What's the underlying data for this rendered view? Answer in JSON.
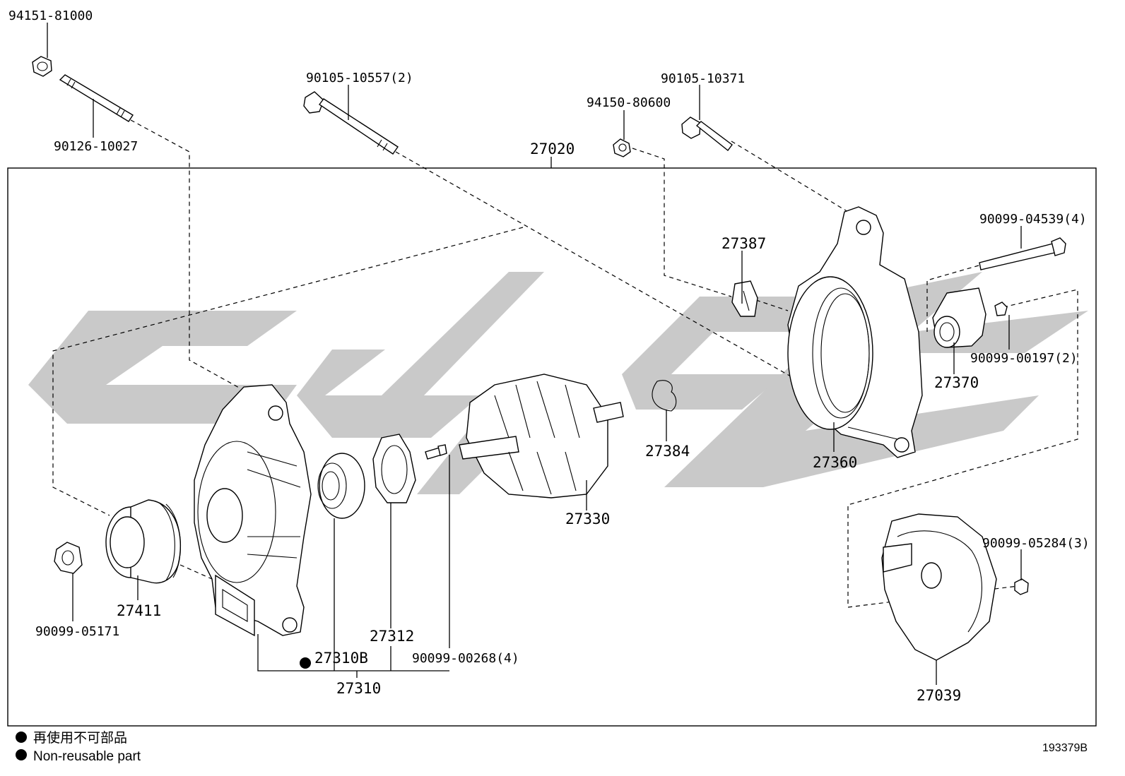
{
  "labels": {
    "p94151": "94151-81000",
    "p90126": "90126-10027",
    "p90105a": "90105-10557(2)",
    "p27020": "27020",
    "p94150": "94150-80600",
    "p90105b": "90105-10371",
    "p27387": "27387",
    "p90099_04539": "90099-04539(4)",
    "p90099_00197": "90099-00197(2)",
    "p27370": "27370",
    "p27384": "27384",
    "p27360": "27360",
    "p27330": "27330",
    "p27411": "27411",
    "p90099_05171": "90099-05171",
    "p27312": "27312",
    "p27310B": "27310B",
    "p90099_00268": "90099-00268(4)",
    "p27310": "27310",
    "p90099_05284": "90099-05284(3)",
    "p27039": "27039"
  },
  "legend": {
    "jp": "再使用不可部品",
    "en": "Non-reusable part"
  },
  "figure_id": "193379B"
}
